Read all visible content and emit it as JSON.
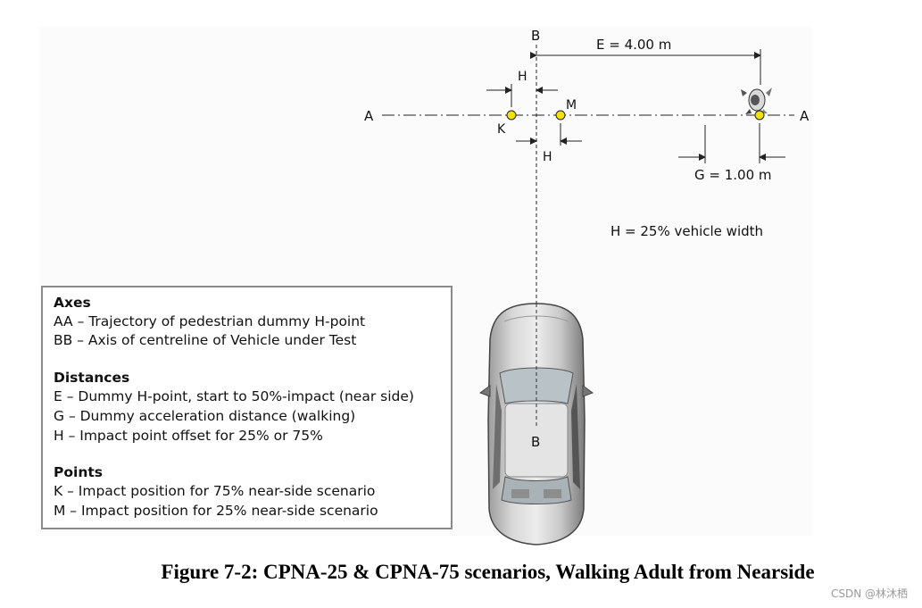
{
  "diagram": {
    "axis_a_left": "A",
    "axis_a_right": "A",
    "axis_b_top": "B",
    "axis_b_car": "B",
    "dim_e": "E = 4.00 m",
    "dim_g": "G = 1.00 m",
    "dim_h_top": "H",
    "dim_h_bottom": "H",
    "point_k": "K",
    "point_m": "M",
    "note_h": "H = 25% vehicle width"
  },
  "legend": {
    "axes_title": "Axes",
    "axes_items": [
      "AA – Trajectory of pedestrian dummy H-point",
      "BB – Axis of centreline of Vehicle under Test"
    ],
    "distances_title": "Distances",
    "distances_items": [
      "E – Dummy H-point, start to 50%-impact (near side)",
      "G – Dummy acceleration distance (walking)",
      "H – Impact point offset for 25% or 75%"
    ],
    "points_title": "Points",
    "points_items": [
      "K – Impact position for 75% near-side scenario",
      "M – Impact position for 25% near-side scenario"
    ]
  },
  "caption": "Figure 7-2: CPNA-25 & CPNA-75 scenarios, Walking Adult from Nearside",
  "watermark": "CSDN @林沐栖",
  "colors": {
    "point_fill": "#f2e20a",
    "line": "#222222",
    "box_border": "#8a8a8a"
  }
}
